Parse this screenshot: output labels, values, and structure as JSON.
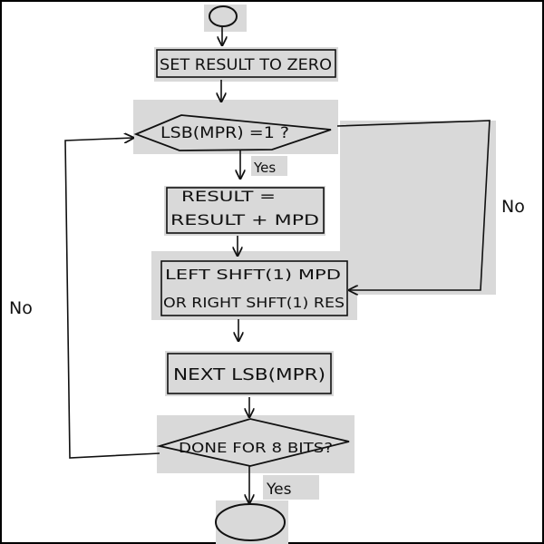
{
  "diagram": {
    "nodes": {
      "set_result": "SET RESULT TO ZERO",
      "lsb_check": "LSB(MPR) =1 ?",
      "add_line1": "RESULT =",
      "add_line2": "RESULT + MPD",
      "shift_line1": "LEFT SHFT(1) MPD",
      "shift_line2": "OR RIGHT SHFT(1) RES",
      "next_lsb": "NEXT LSB(MPR)",
      "done_check": "DONE FOR 8 BITS?"
    },
    "edge_labels": {
      "lsb_yes": "Yes",
      "lsb_no": "No",
      "done_no": "No",
      "done_yes": "Yes"
    }
  },
  "colors": {
    "highlight": "#d6d6d6",
    "ink": "#111111",
    "border": "#000000"
  }
}
